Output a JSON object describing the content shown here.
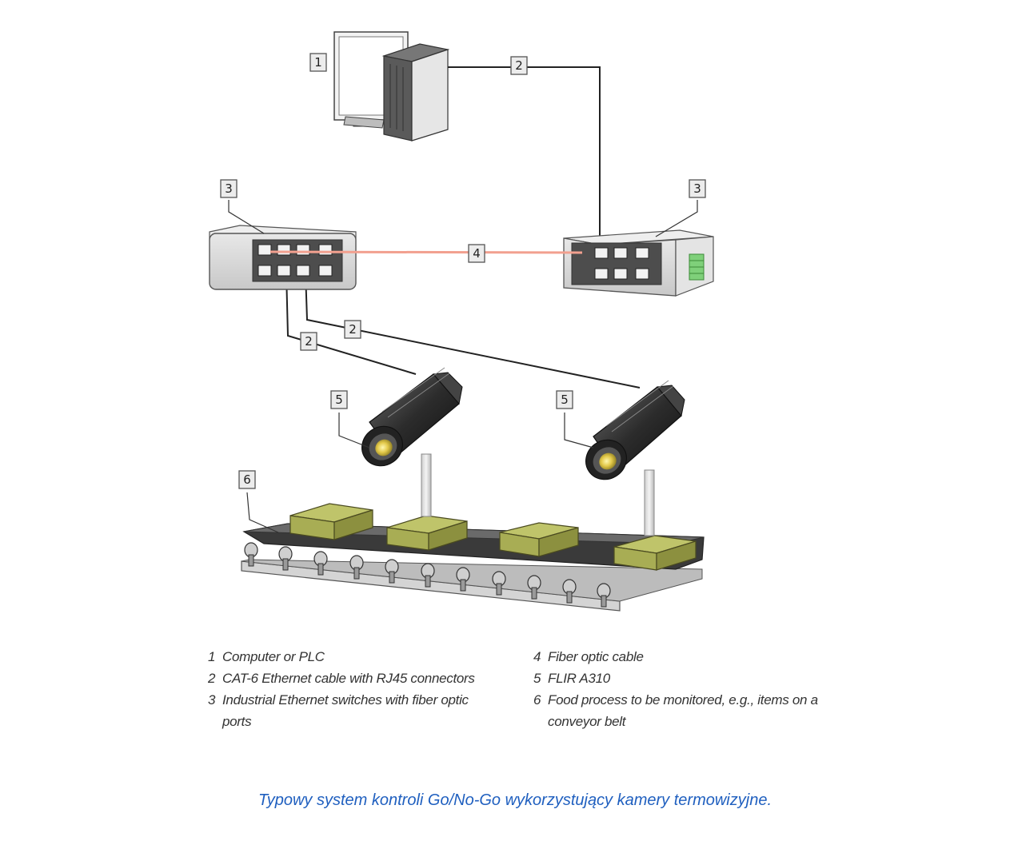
{
  "callouts": {
    "computer": "1",
    "cable_top": "2",
    "switch_left": "3",
    "switch_right": "3",
    "fiber": "4",
    "cable_left": "2",
    "cable_right": "2",
    "camera_left": "5",
    "camera_right": "5",
    "conveyor": "6"
  },
  "legend": {
    "left": [
      {
        "num": "1",
        "text": "Computer or PLC"
      },
      {
        "num": "2",
        "text": "CAT-6 Ethernet cable with RJ45 connectors"
      },
      {
        "num": "3",
        "text": "Industrial Ethernet switches with fiber optic ports"
      }
    ],
    "right": [
      {
        "num": "4",
        "text": "Fiber optic cable"
      },
      {
        "num": "5",
        "text": "FLIR A310"
      },
      {
        "num": "6",
        "text": "Food process to be monitored, e.g., items on a conveyor belt"
      }
    ]
  },
  "caption": "Typowy system kontroli Go/No-Go wykorzystujący kamery termowizyjne.",
  "colors": {
    "fiber_cable": "#f2a08f",
    "product_box": "#a8ad54",
    "caption_text": "#1f5fbf",
    "switch_body": "#dcdcdc",
    "terminal_block": "#7fd07a"
  }
}
